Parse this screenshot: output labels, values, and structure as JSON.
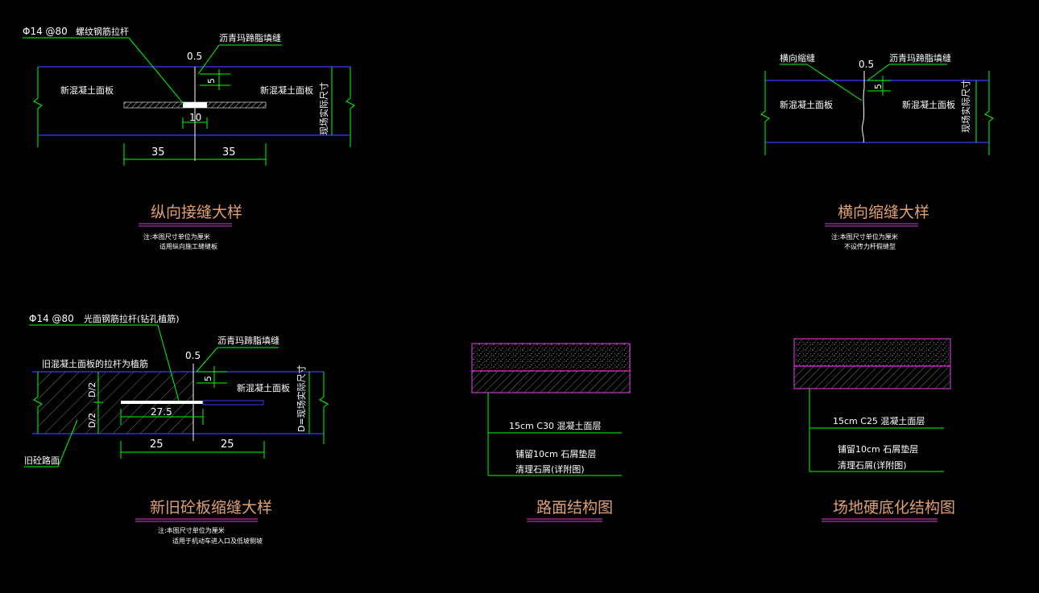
{
  "colors": {
    "background": "#000000",
    "slab_line": "#3a3aff",
    "leader": "#00ff00",
    "label": "#ffffff",
    "title": "#e0a070",
    "title_underline": "#cc44cc",
    "layer_box": "#cc33cc",
    "hatch": "#b0b0b0"
  },
  "longitudinal_joint": {
    "rebar_spec": "Φ14 @80",
    "rebar_label": "螺纹钢筋拉杆",
    "sealant_label": "沥青玛蹄脂填缝",
    "gap": "0.5",
    "depth": "5",
    "width": "10",
    "slab_left": "新混凝土面板",
    "slab_right": "新混凝土面板",
    "thickness_label": "现场实际尺寸",
    "dim_left": "35",
    "dim_right": "35",
    "title": "纵向接缝大样",
    "note1": "注:本图尺寸单位为厘米",
    "note2": "适用纵向施工缝缝板"
  },
  "transverse_joint": {
    "joint_label": "横向缩缝",
    "gap": "0.5",
    "sealant_label": "沥青玛蹄脂填缝",
    "depth": "5",
    "slab_left": "新混凝土面板",
    "slab_right": "新混凝土面板",
    "thickness_label": "现场实际尺寸",
    "title": "横向缩缝大样",
    "note1": "注:本图尺寸单位为厘米",
    "note2": "不设传力杆假缝型"
  },
  "old_new_joint": {
    "rebar_spec": "Φ14 @80",
    "rebar_label": "光面钢筋拉杆(钻孔植筋)",
    "sealant_label": "沥青玛蹄脂填缝",
    "old_slab_label": "旧混凝土面板的拉杆为植筋",
    "gap": "0.5",
    "depth": "5",
    "half_top": "D/2",
    "half_bottom": "D/2",
    "embed": "27.5",
    "new_slab": "新混凝土面板",
    "thickness_label": "D=现场实际尺寸",
    "old_pavement": "旧砼路面",
    "dim_left": "25",
    "dim_right": "25",
    "title": "新旧砼板缩缝大样",
    "note1": "注:本图尺寸单位为厘米",
    "note2": "适用于机动车进入口及低坡侧坡"
  },
  "pavement_structure": {
    "layer1": "15cm C30 混凝土面层",
    "layer2": "铺留10cm 石屑垫层",
    "layer3": "清理石屑(详附图)",
    "title": "路面结构图"
  },
  "site_hardening": {
    "layer1": "15cm C25 混凝土面层",
    "layer2": "铺留10cm 石屑垫层",
    "layer3": "清理石屑(详附图)",
    "title": "场地硬底化结构图"
  }
}
